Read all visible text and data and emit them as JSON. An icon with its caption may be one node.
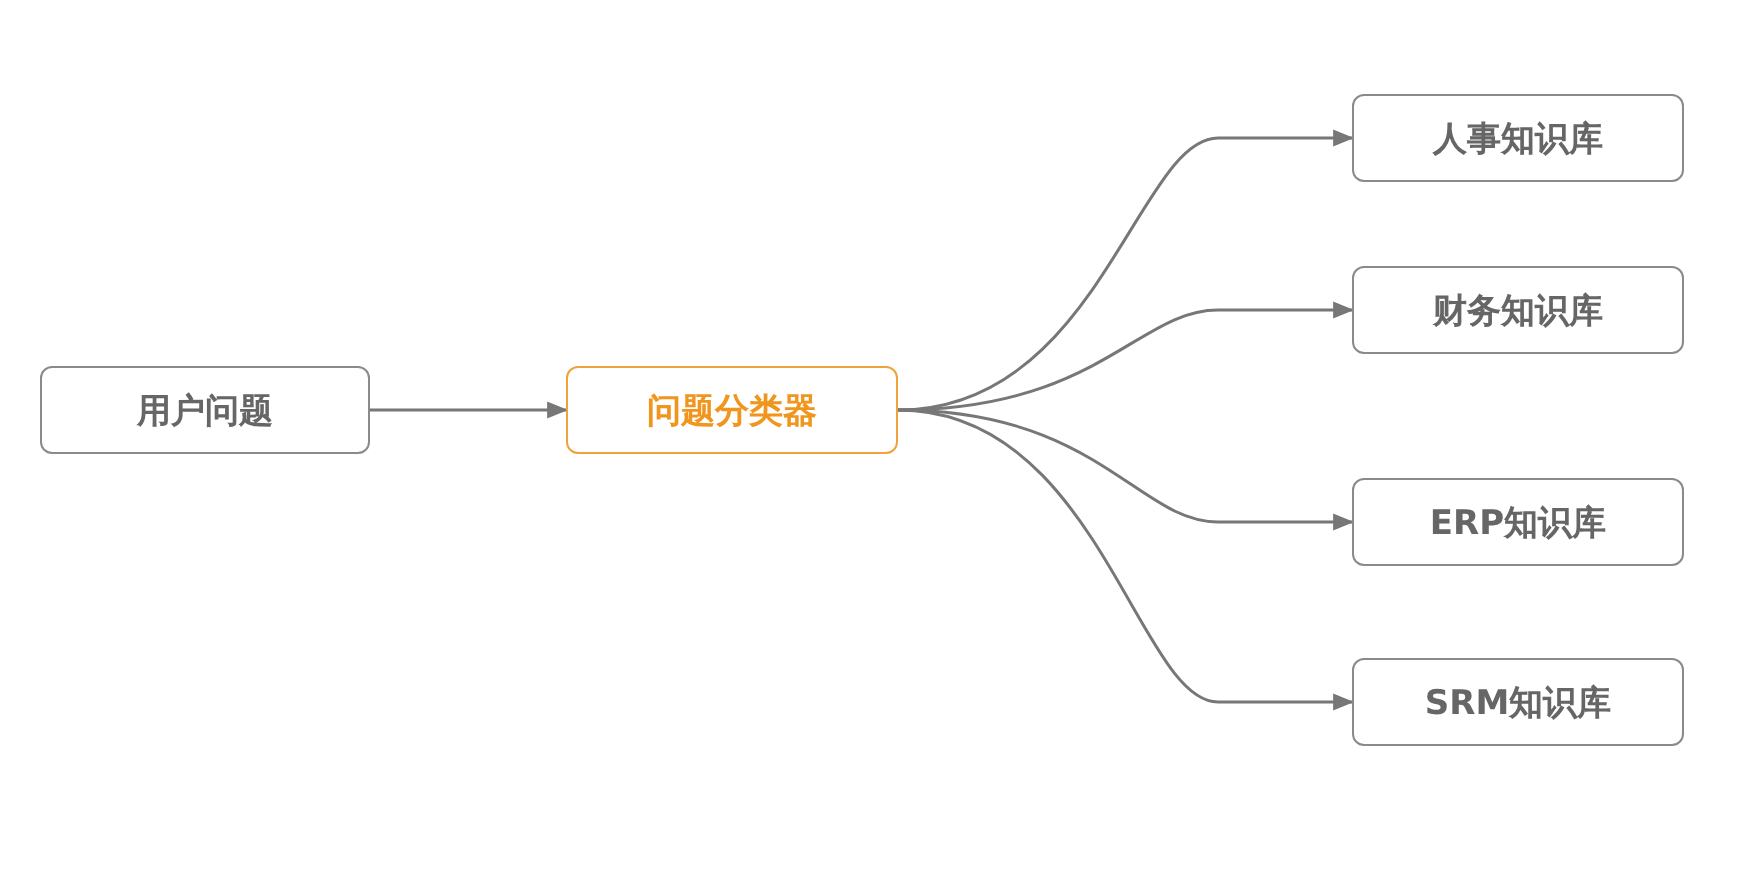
{
  "diagram": {
    "nodes": [
      {
        "text": [
          "用户问题"
        ]
      },
      {
        "text": [
          "问题分类器"
        ]
      },
      {
        "text": [
          "人事知识库"
        ]
      },
      {
        "text": [
          "财务知识库"
        ]
      },
      {
        "text": [
          "ERP知识库"
        ]
      },
      {
        "text": [
          "SRM知识库"
        ]
      }
    ],
    "edges": [
      {
        "from": 0,
        "to": 1,
        "arrow": "to"
      },
      {
        "from": 1,
        "to": 2,
        "arrow": "to"
      },
      {
        "from": 1,
        "to": 3,
        "arrow": "to"
      },
      {
        "from": 1,
        "to": 4,
        "arrow": "to"
      },
      {
        "from": 1,
        "to": 5,
        "arrow": "to"
      }
    ]
  }
}
